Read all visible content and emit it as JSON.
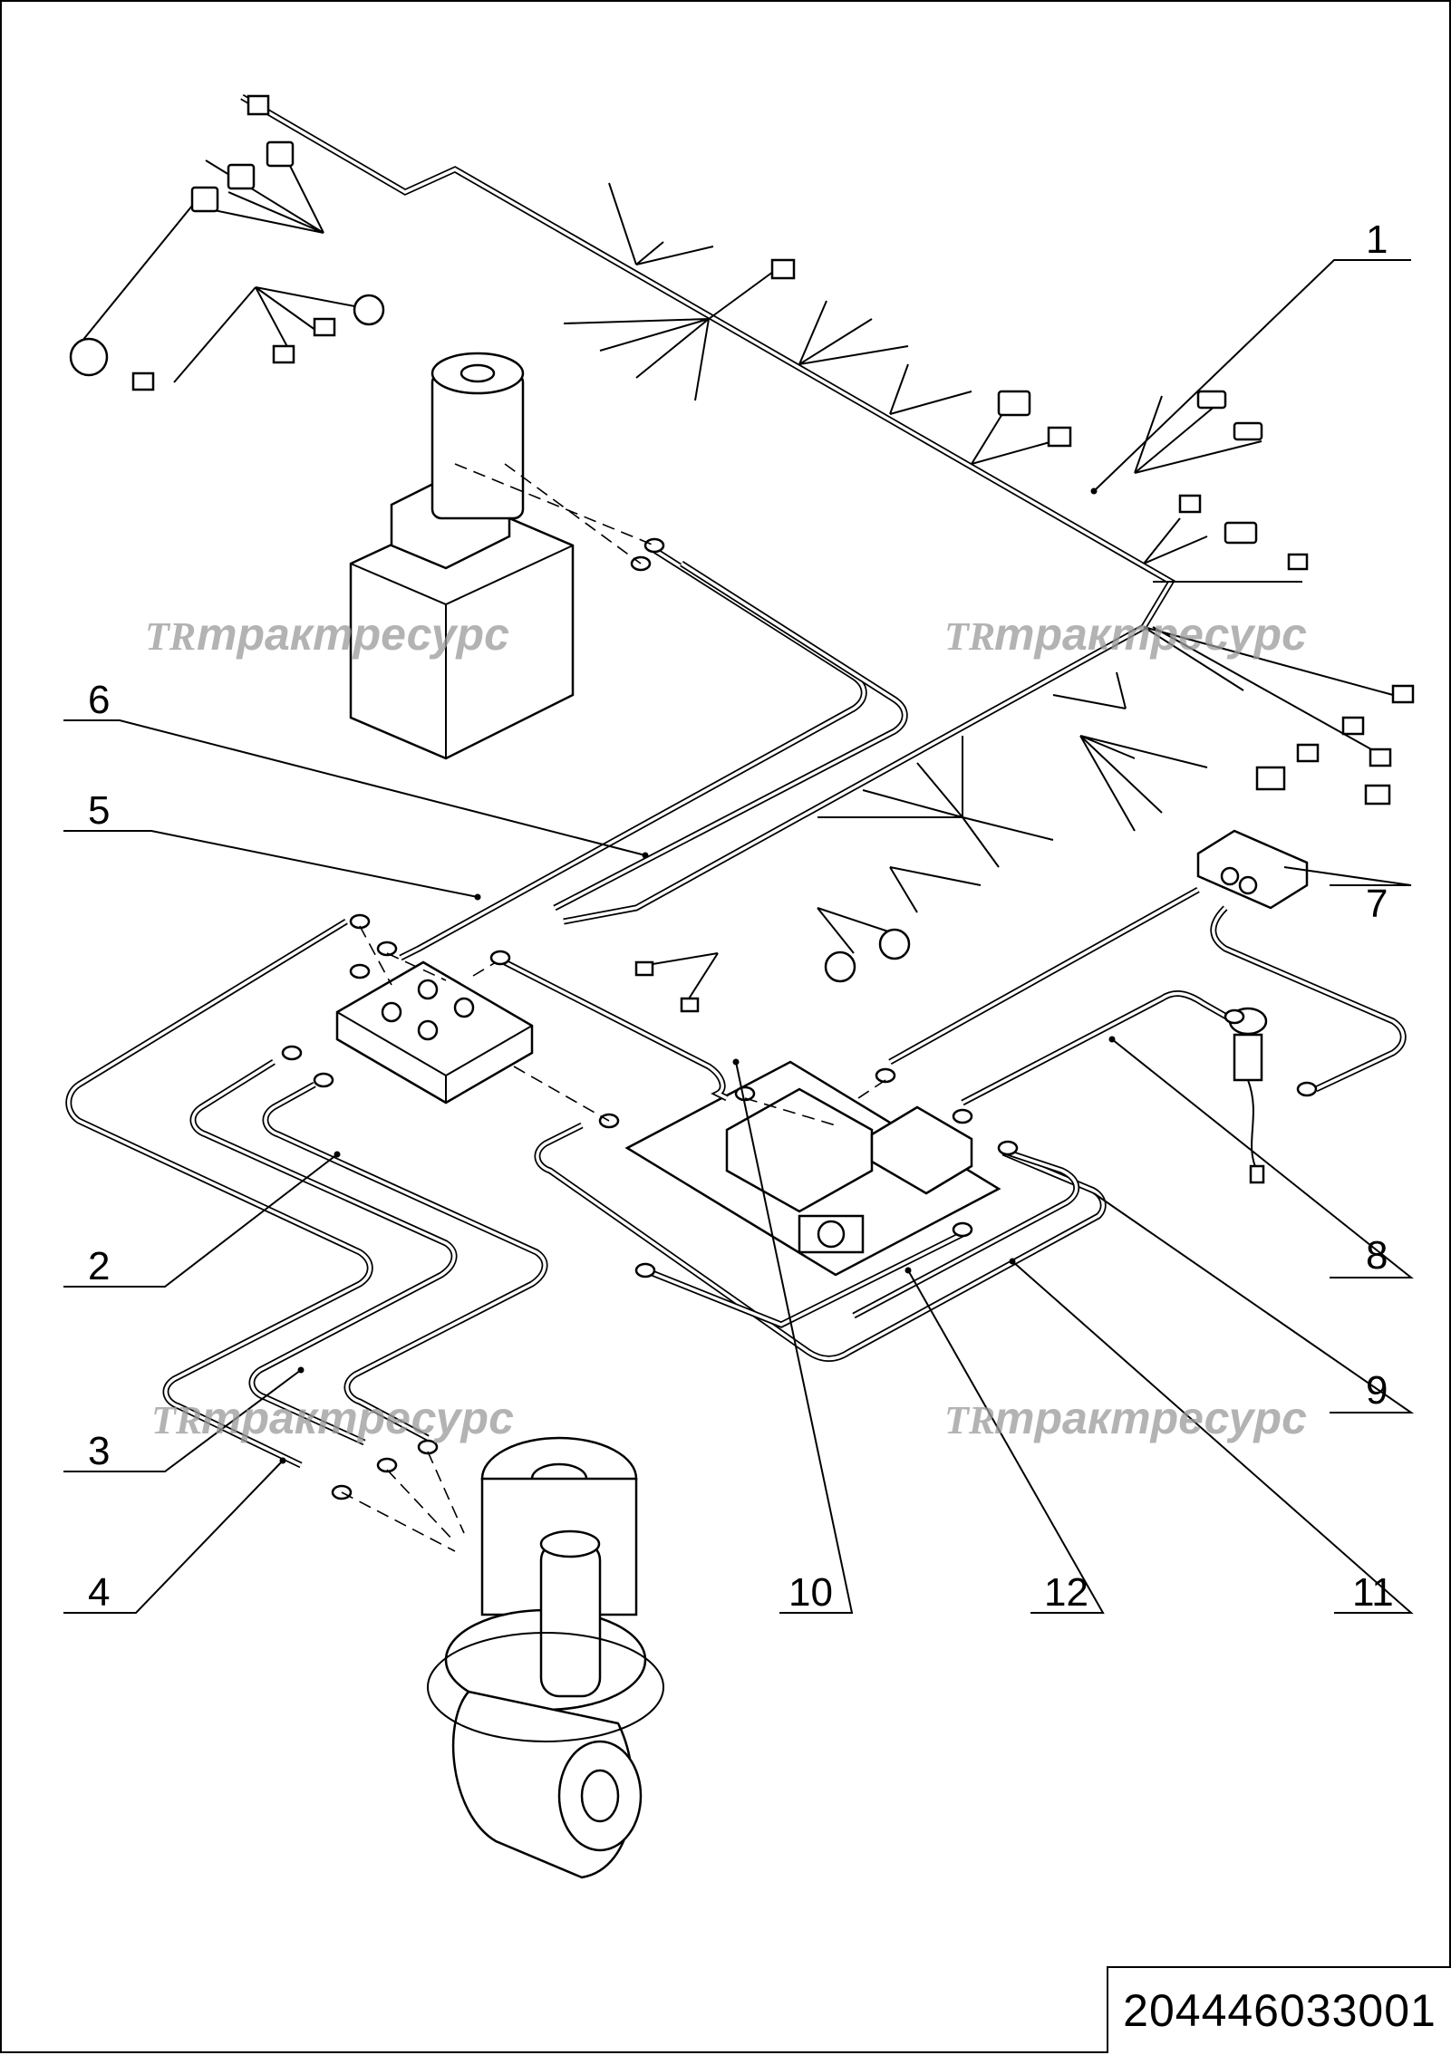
{
  "drawing": {
    "code": "204446033001",
    "watermark_text": "трактресурс",
    "watermark_logo": "TR",
    "callouts": [
      "1",
      "2",
      "3",
      "4",
      "5",
      "6",
      "7",
      "8",
      "9",
      "10",
      "11",
      "12"
    ]
  }
}
